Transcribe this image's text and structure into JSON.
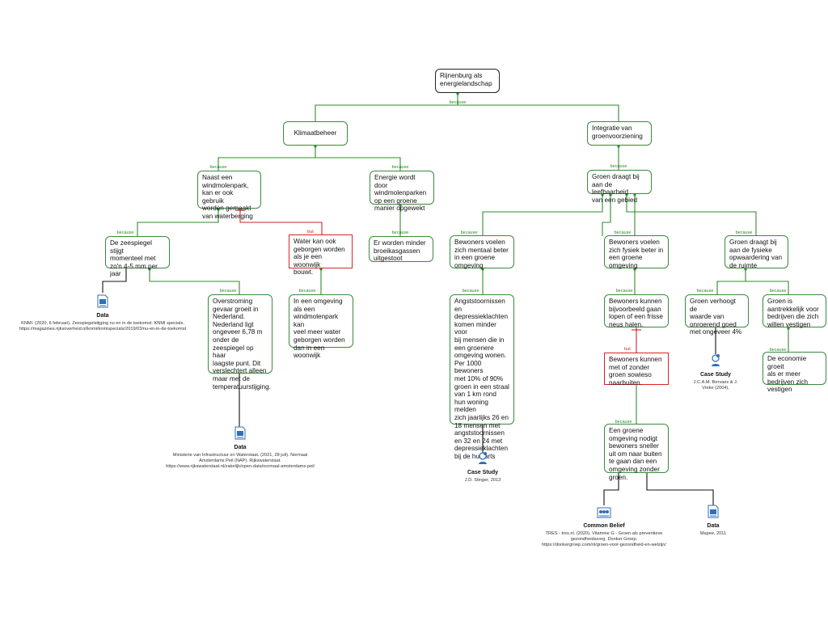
{
  "nodes": {
    "root": "Rijnenburg als\nenergielandschap",
    "klimaatbeheer": "Klimaatbeheer",
    "groenvoorziening": "Integratie van\ngroenvoorziening",
    "windmolenpark": "Naast een\nwindmolenpark,\nkan er ook gebruik\nworden gemaakt\nvan waterberging",
    "energie": "Energie wordt door\nwindmolenparken\nop een groene\nmanier opgewekt",
    "leefbaarheid": "Groen draagt bij\naan de leefbaarheid\nvan een gebied",
    "zeespiegel": "De zeespiegel stijgt\nmomenteel met\nzo'n 4-5 mm per\njaar",
    "water_geborgen": "Water kan ook\ngeborgen worden\nals je een woonwijk\nbouwt.",
    "broeikas": "Er worden minder\nbroeikasgassen\nuitgestoot",
    "mentaal": "Bewoners voelen\nzich mentaal beter\nin een groene\nomgeving",
    "fysiek": "Bewoners voelen\nzich fysiek beter in\neen groene\nomgeving",
    "ruimte": "Groen draagt bij\naan de fysieke\nopwaardering van\nde ruimte",
    "overstroming": "Overstroming\ngevaar groeit in\nNederland.\nNederland ligt\nongeveer 6,78 m\nonder de\nzeespiegel op haar\nlaagste punt. Dit\nverslechtert alleen\nmaar met de\ntemperatuurstijging.",
    "woonwijk": "In een omgeving\nals een\nwindmolenpark kan\nveel meer water\ngeborgen worden\ndan in een\nwoonwijk",
    "angst": "Angststoornissen\nen\ndepressieklachten\nkomen minder voor\nbij mensen die in\neen groenere\nomgeving wonen.\nPer 1000 bewoners\nmet 10% of 90%\ngroen in een straal\nvan 1 km rond\nhun woning melden\nzich jaarlijks 26 en\n18 mensen met\nangststoornissen\nen 32 en 24 met\ndepressieklachten\nbij de huisarts",
    "lopen": "Bewoners kunnen\nbijvoorbeeld gaan\nlopen of een frisse\nneus halen.",
    "zonder_groen": "Bewoners kunnen\nmet of zonder\ngroen sowieso\nnaarbuiten.",
    "nodigt": "Een groene\nomgeving nodigt\nbewoners sneller\nuit om naar buiten\nte gaan dan een\nomgeving zonder\ngroen.",
    "onroerend": "Groen verhoogt de\nwaarde van\nonroerend goed\nmet ongeveer 4%",
    "bedrijven": "Groen is\naantrekkelijk voor\nbedrijven die zich\nwillen vestigen",
    "economie": "De economie groeit\nals er meer\nbedrijven zich\nvestigen"
  },
  "labels": {
    "because": "because",
    "but": "but"
  },
  "sources": {
    "data1": {
      "title": "Data",
      "icon": "document-icon",
      "cite": "KNMI. (2020, 6 februari). Zeespiegelstijging nu en in de toekomst. KNMI specials.\nhttps://magazines.rijksoverheid.nl/knmi/knmispecials/2019/03/nu-en-in-de-toekomst"
    },
    "data2": {
      "title": "Data",
      "icon": "document-icon",
      "cite": "Ministerie van Infrastructuur en Waterstaat. (2021, 28 juli). Normaal\nAmsterdams Peil (NAP). Rijkswaterstaat.\nhttps://www.rijkswaterstaat.nl/zakelijk/open-data/normaal-amsterdams-peil"
    },
    "case1": {
      "title": "Case Study",
      "icon": "case-study-icon",
      "cite": "J.D. Stinger, 2013"
    },
    "common": {
      "title": "Common Belief",
      "icon": "common-belief-icon",
      "cite": "TRES - tres.nl. (2020). Vitamine G - Groen als preventieve\ngezondheidszorg. Donker Groep.\nhttps://donkergroep.com/nl/groen-voor-gezondheid-en-welzijn/"
    },
    "data3": {
      "title": "Data",
      "icon": "document-icon",
      "cite": "Mapee, 2011"
    },
    "case2": {
      "title": "Case Study",
      "icon": "case-study-icon",
      "cite": "J.C.A.M. Bervaes & J.\nVreke (2004),"
    }
  },
  "colors": {
    "because": "#2e8b2e",
    "but": "#d22222",
    "source_line": "#111111"
  }
}
